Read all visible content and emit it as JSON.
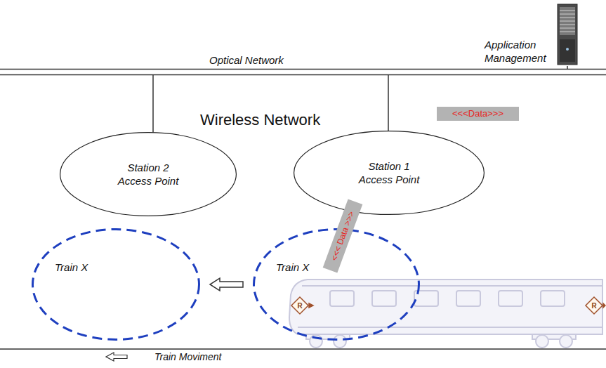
{
  "diagram": {
    "nodes": [
      {
        "text": [
          "Optical Network"
        ]
      },
      {
        "text": [
          "Application Management"
        ]
      },
      {
        "text": [
          "Station 2 Access Point"
        ]
      },
      {
        "text": [
          "Station 1 Access Point"
        ]
      },
      {
        "text": [
          "Train X"
        ]
      },
      {
        "text": [
          "Train X"
        ]
      }
    ],
    "edges": [
      {
        "from": 0,
        "to": 1,
        "arrow": "none"
      },
      {
        "from": 0,
        "to": 2,
        "arrow": "none"
      },
      {
        "from": 0,
        "to": 3,
        "arrow": "none"
      },
      {
        "from": 3,
        "to": 5,
        "arrow": "none",
        "label": "<<< Data >>>"
      },
      {
        "from": 5,
        "to": 4,
        "arrow": "to"
      }
    ],
    "labels": [
      "Wireless Network",
      "<<<Data>>>",
      "R",
      "R"
    ],
    "legend": [
      {
        "text": "Train Moviment"
      }
    ]
  }
}
